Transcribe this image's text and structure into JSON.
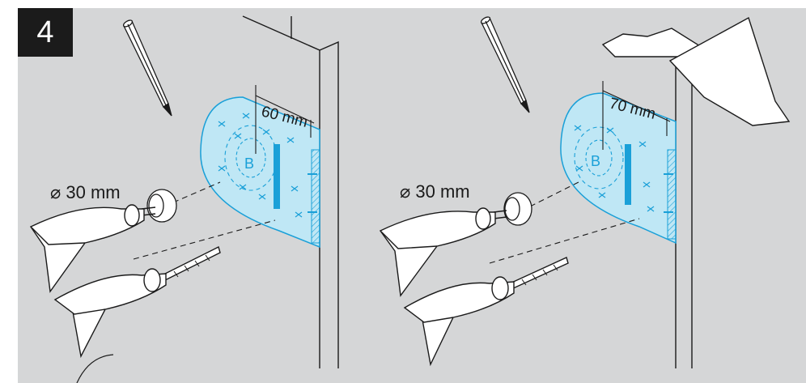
{
  "step": {
    "number": "4"
  },
  "left_illustration": {
    "distance_label": "60 mm",
    "diameter_label": "⌀ 30 mm",
    "template_mark": "B"
  },
  "right_illustration": {
    "distance_label": "70 mm",
    "diameter_label": "⌀ 30 mm",
    "template_mark": "B"
  },
  "colors": {
    "panel_background": "#d5d6d7",
    "template_fill": "#bfe7f5",
    "template_accent": "#1aa0d8",
    "line_art": "#1a1a1a"
  }
}
